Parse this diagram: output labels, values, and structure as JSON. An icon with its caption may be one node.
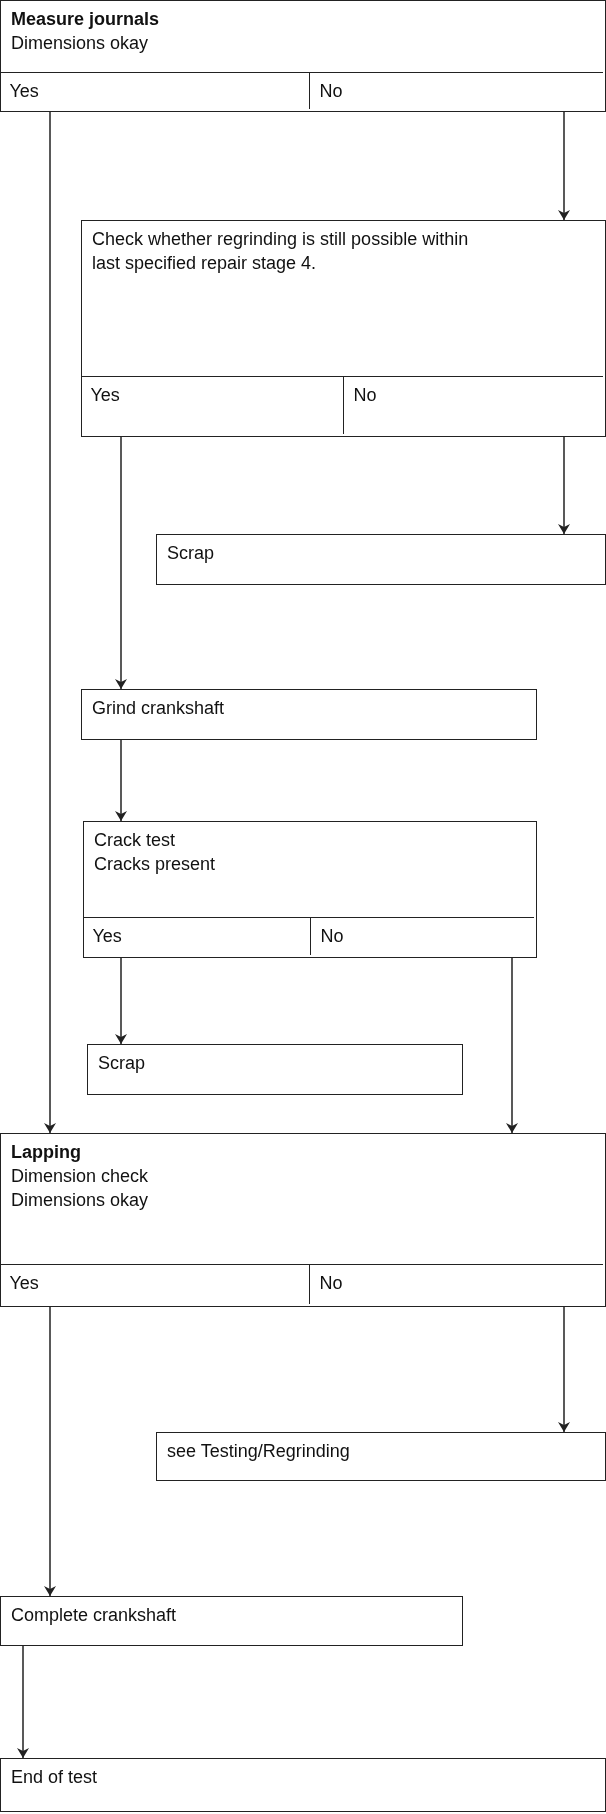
{
  "diagram": {
    "nodes": [
      {
        "text": [
          "**Measure journals**",
          "Dimensions okay"
        ]
      },
      {
        "text": [
          "Yes"
        ],
        "in": 0
      },
      {
        "text": [
          "No"
        ],
        "in": 0
      },
      {
        "text": [
          "Check whether regrinding is still possible within last specified repair stage 4."
        ]
      },
      {
        "text": [
          "Yes"
        ],
        "in": 3
      },
      {
        "text": [
          "No"
        ],
        "in": 3
      },
      {
        "text": [
          "Scrap"
        ]
      },
      {
        "text": [
          "Grind crankshaft"
        ]
      },
      {
        "text": [
          "Crack test",
          "Cracks present"
        ]
      },
      {
        "text": [
          "Yes"
        ],
        "in": 8
      },
      {
        "text": [
          "No"
        ],
        "in": 8
      },
      {
        "text": [
          "Scrap"
        ]
      },
      {
        "text": [
          "**Lapping**",
          "Dimension check",
          "Dimensions okay"
        ]
      },
      {
        "text": [
          "Yes"
        ],
        "in": 12
      },
      {
        "text": [
          "No"
        ],
        "in": 12
      },
      {
        "text": [
          "see Testing/Regrinding"
        ]
      },
      {
        "text": [
          "Complete crankshaft"
        ]
      },
      {
        "text": [
          "End of test"
        ]
      }
    ],
    "edges": [
      {
        "from": 1,
        "to": 12,
        "arrow": "to"
      },
      {
        "from": 2,
        "to": 3,
        "arrow": "to"
      },
      {
        "from": 4,
        "to": 7,
        "arrow": "to"
      },
      {
        "from": 5,
        "to": 6,
        "arrow": "to"
      },
      {
        "from": 7,
        "to": 8,
        "arrow": "to"
      },
      {
        "from": 9,
        "to": 11,
        "arrow": "to"
      },
      {
        "from": 10,
        "to": 12,
        "arrow": "to"
      },
      {
        "from": 13,
        "to": 16,
        "arrow": "to"
      },
      {
        "from": 14,
        "to": 15,
        "arrow": "to"
      },
      {
        "from": 16,
        "to": 17,
        "arrow": "to"
      }
    ]
  }
}
